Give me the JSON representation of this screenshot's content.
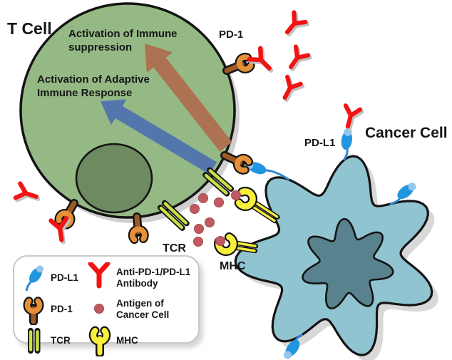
{
  "t_cell": {
    "label": "T Cell",
    "arrow_suppression_text": "Activation of Immune\nsuppression",
    "arrow_adaptive_text": "Activation of Adaptive\nImmune Response"
  },
  "cancer_cell": {
    "label": "Cancer Cell"
  },
  "molecule_labels": {
    "pd1": "PD-1",
    "pdl1": "PD-L1",
    "tcr": "TCR",
    "mhc": "MHC"
  },
  "legend": {
    "items": [
      {
        "icon": "pdl1-icon",
        "label": "PD-L1"
      },
      {
        "icon": "antibody-icon",
        "label": "Anti-PD-1/PD-L1\nAntibody"
      },
      {
        "icon": "pd1-icon",
        "label": "PD-1"
      },
      {
        "icon": "antigen-icon",
        "label": "Antigen of Cancer Cell"
      },
      {
        "icon": "tcr-icon",
        "label": "TCR"
      },
      {
        "icon": "mhc-icon",
        "label": "MHC"
      }
    ]
  },
  "colors": {
    "t_cell_fill": "#95b985",
    "t_nucleus_fill": "#6d8a60",
    "cancer_cell_fill": "#90c4d0",
    "cancer_nucleus_fill": "#58828e",
    "arrow_suppression": "#ac7252",
    "arrow_adaptive": "#5377ad",
    "pd1_stem": "#9c5a26",
    "pd1_head": "#e6913a",
    "pdl1_body": "#2196e0",
    "pdl1_tip": "#94c6ed",
    "pdl1_stem": "#2f86d2",
    "tcr": "#cbe047",
    "mhc": "#f7ef3b",
    "antigen": "#c15a60",
    "antibody": "#f21313",
    "outline": "#141414",
    "shadow": "#d0d0d0"
  }
}
